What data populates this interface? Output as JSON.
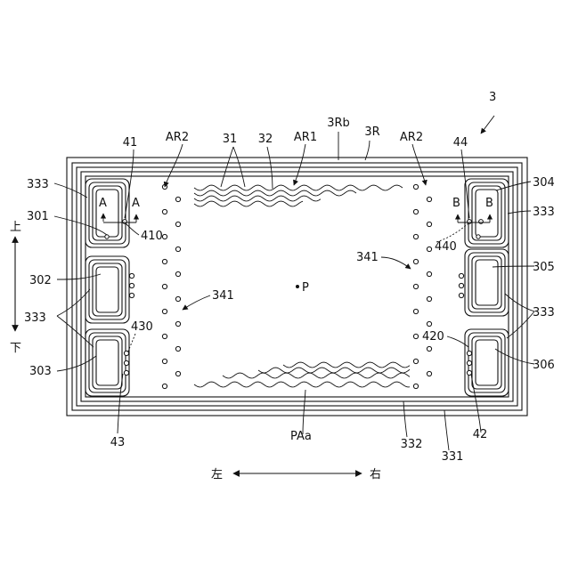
{
  "figure": {
    "labels": {
      "fig_ref": "3",
      "r41": "41",
      "ar2_left": "AR2",
      "r31": "31",
      "r32": "32",
      "ar1": "AR1",
      "r3rb": "3Rb",
      "r3r": "3R",
      "ar2_right": "AR2",
      "r44": "44",
      "r333_tl": "333",
      "r304": "304",
      "r333_tr": "333",
      "r301": "301",
      "r410": "410",
      "r440": "440",
      "r302": "302",
      "r341_right": "341",
      "r305": "305",
      "r341_left": "341",
      "p": "P",
      "r333_ml": "333",
      "r333_mr": "333",
      "r430": "430",
      "r420": "420",
      "r303": "303",
      "r306": "306",
      "r43": "43",
      "paa": "PAa",
      "r332": "332",
      "r42": "42",
      "r331": "331",
      "sec_a1": "A",
      "sec_a2": "A",
      "sec_b1": "B",
      "sec_b2": "B"
    },
    "directions": {
      "up": "上",
      "down": "下",
      "left": "左",
      "right": "右"
    }
  }
}
